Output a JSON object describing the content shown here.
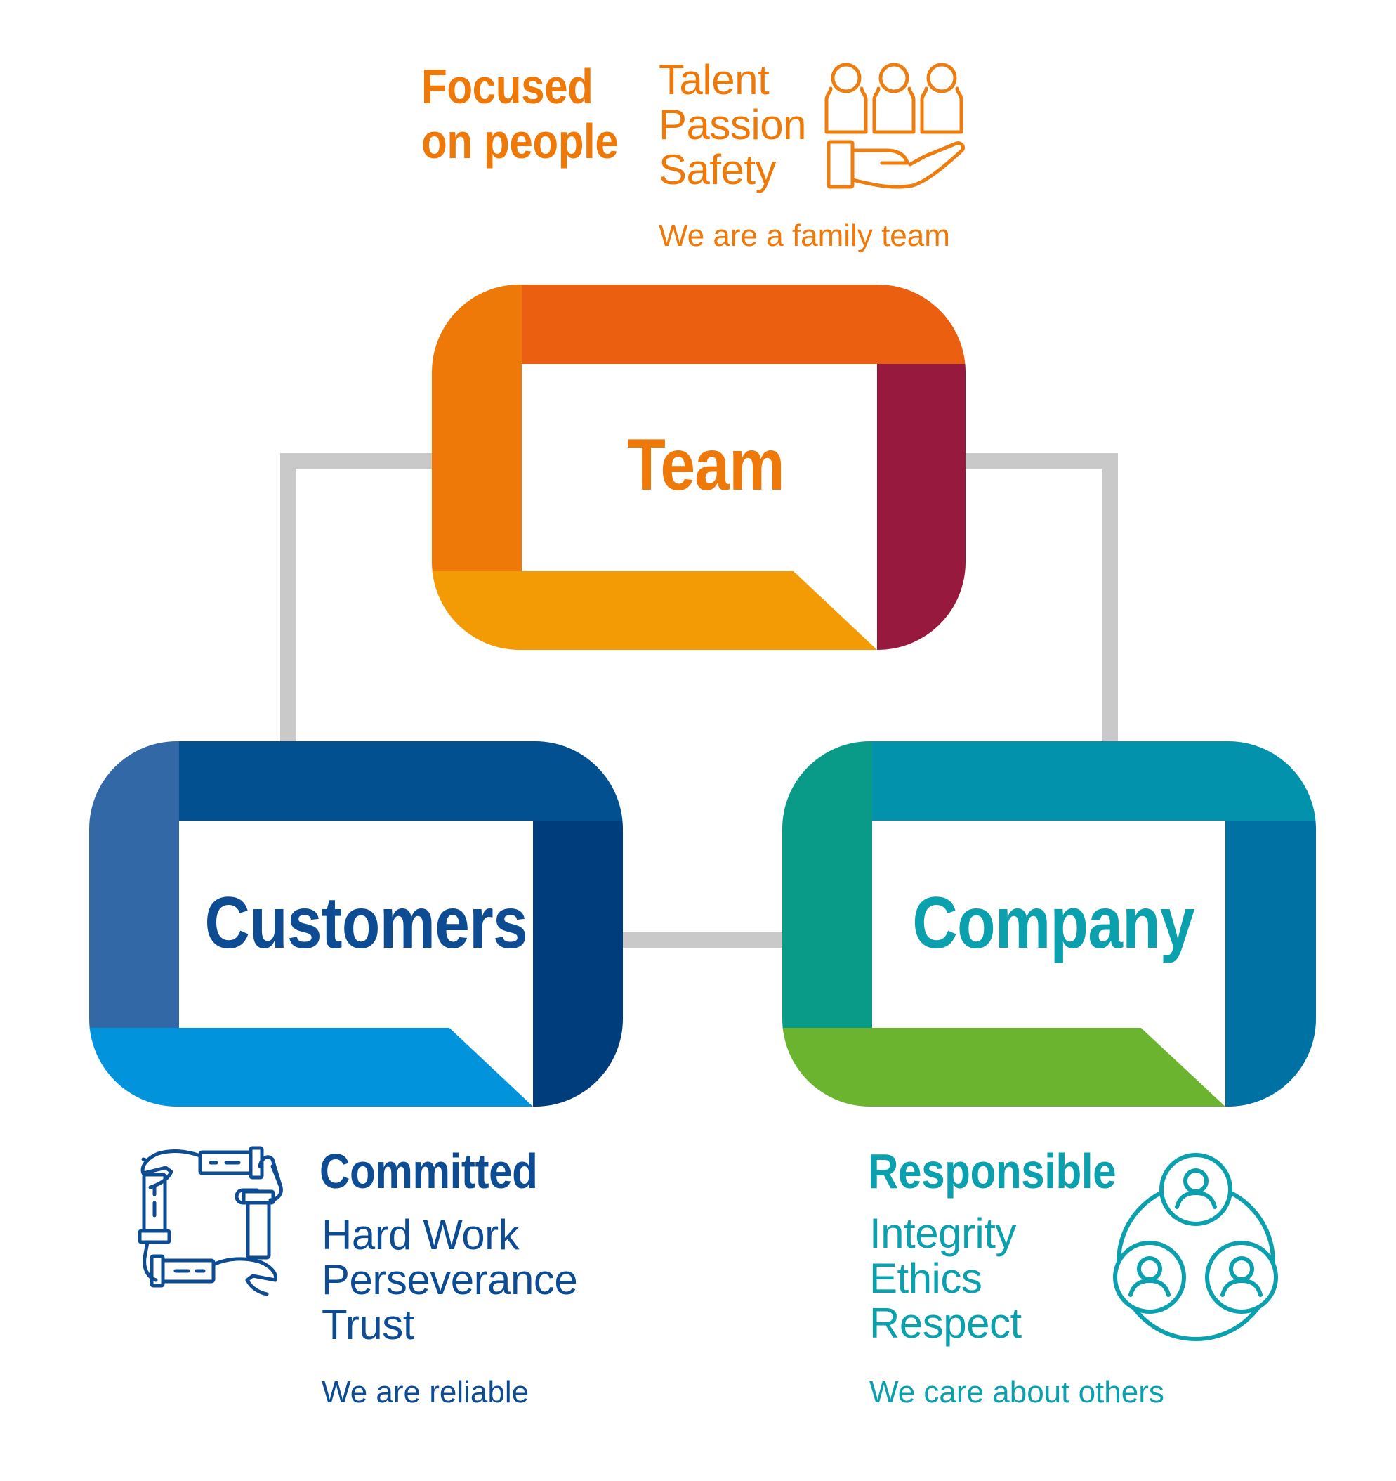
{
  "colors": {
    "orange": "#E8790E",
    "blue": "#0D4B92",
    "teal": "#0BA0AE",
    "connector": "#C9C9C9"
  },
  "team": {
    "box_title": "Team",
    "heading_line1": "Focused",
    "heading_line2": "on people",
    "values": [
      "Talent",
      "Passion",
      "Safety"
    ],
    "tagline": "We are a family team",
    "icon": "people-care-hand-icon",
    "segment_colors": [
      "#EA6010",
      "#EE7908",
      "#98193E",
      "#F39B04"
    ]
  },
  "customers": {
    "box_title": "Customers",
    "heading": "Committed",
    "values": [
      "Hard Work",
      "Perseverance",
      "Trust"
    ],
    "tagline": "We are reliable",
    "icon": "joined-hands-icon",
    "segment_colors": [
      "#02508F",
      "#3268A6",
      "#003D7C",
      "#0193DB"
    ]
  },
  "company": {
    "box_title": "Company",
    "heading": "Responsible",
    "values": [
      "Integrity",
      "Ethics",
      "Respect"
    ],
    "tagline": "We care about others",
    "icon": "connected-people-icon",
    "segment_colors": [
      "#0392AC",
      "#0A9A88",
      "#0071A3",
      "#6AB42F"
    ]
  }
}
